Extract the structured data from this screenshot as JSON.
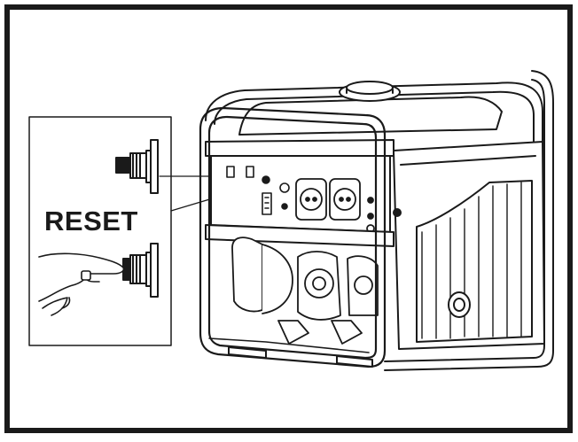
{
  "callout": {
    "label": "RESET"
  },
  "illustration": {
    "subject": "portable-generator",
    "callout_items": [
      "reset-button-released",
      "reset-button-pressed-by-finger"
    ]
  },
  "colors": {
    "line": "#1a1a1a",
    "background": "#ffffff",
    "panel": "#f2f2f2"
  }
}
